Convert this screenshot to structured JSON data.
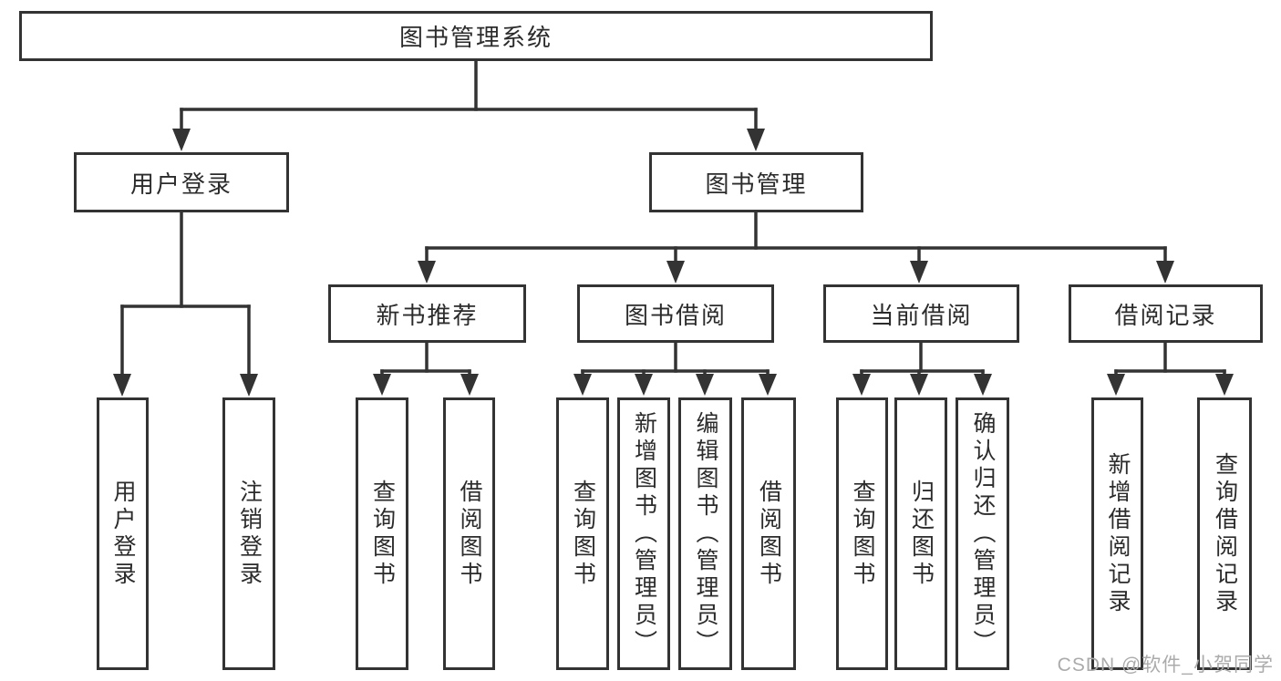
{
  "diagram": {
    "type": "hierarchy-tree",
    "root": {
      "label": "图书管理系统",
      "children": [
        {
          "label": "用户登录",
          "children": [
            {
              "label": "用户登录"
            },
            {
              "label": "注销登录"
            }
          ]
        },
        {
          "label": "图书管理",
          "children": [
            {
              "label": "新书推荐",
              "children": [
                {
                  "label": "查询图书"
                },
                {
                  "label": "借阅图书"
                }
              ]
            },
            {
              "label": "图书借阅",
              "children": [
                {
                  "label": "查询图书"
                },
                {
                  "label": "新增图书（管理员）"
                },
                {
                  "label": "编辑图书（管理员）"
                },
                {
                  "label": "借阅图书"
                }
              ]
            },
            {
              "label": "当前借阅",
              "children": [
                {
                  "label": "查询图书"
                },
                {
                  "label": "归还图书"
                },
                {
                  "label": "确认归还（管理员）"
                }
              ]
            },
            {
              "label": "借阅记录",
              "children": [
                {
                  "label": "新增借阅记录"
                },
                {
                  "label": "查询借阅记录"
                }
              ]
            }
          ]
        }
      ]
    }
  },
  "colors": {
    "line": "#333333",
    "text": "#2b2b2b",
    "box_fill": "#ffffff",
    "background": "#ffffff",
    "watermark": "#ababab"
  },
  "watermark": {
    "text": "CSDN @软件_小贺同学"
  }
}
